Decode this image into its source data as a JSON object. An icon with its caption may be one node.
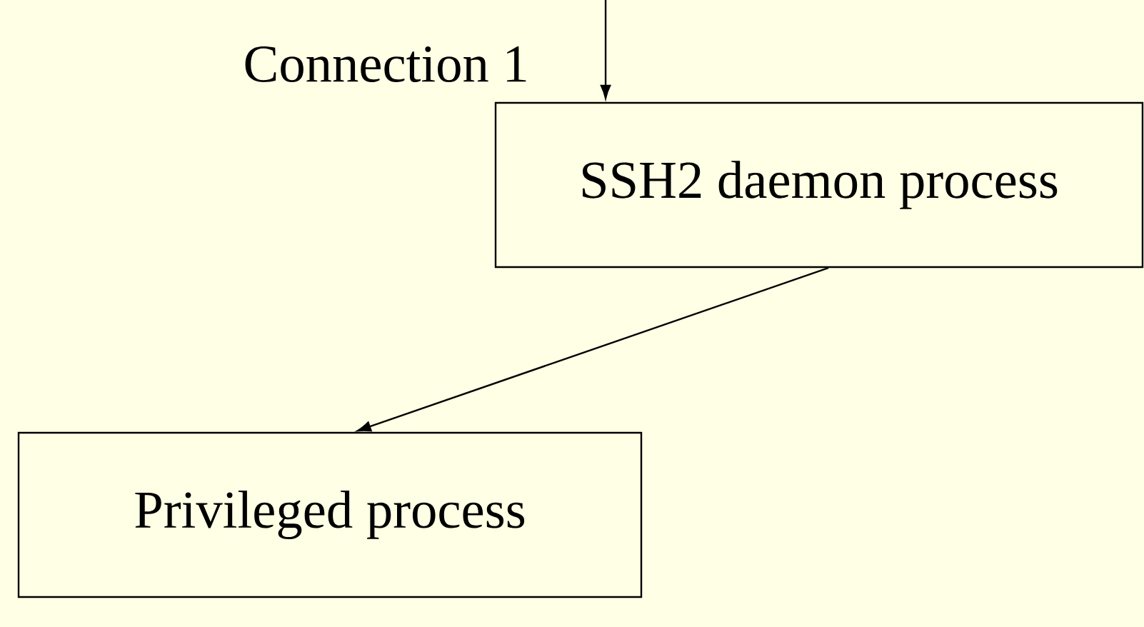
{
  "diagram": {
    "nodes": [
      {
        "text": [
          "SSH2 daemon process"
        ]
      },
      {
        "text": [
          "Privileged process"
        ]
      }
    ],
    "edges": [
      {
        "from": null,
        "to": 0,
        "arrow": "to",
        "label": "Connection 1"
      },
      {
        "from": 0,
        "to": 1,
        "arrow": "to"
      }
    ]
  }
}
